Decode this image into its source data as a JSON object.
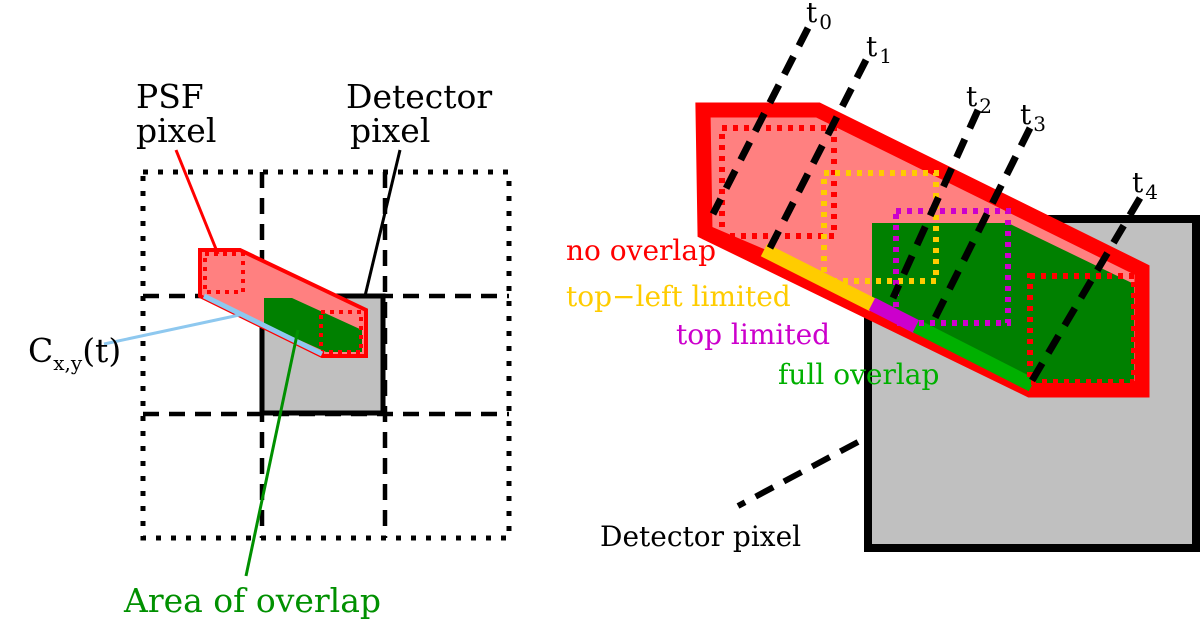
{
  "colors": {
    "psf_border": "#ff0000",
    "psf_fill": "#ff8080",
    "overlap_fill": "#008000",
    "detector_fill": "#c0c0c0",
    "top_left_limited": "#ffcc00",
    "top_limited": "#cc00cc",
    "full_overlap": "#00b000",
    "curve_line": "#8ec8ef",
    "black": "#000000"
  },
  "left_panel": {
    "psf_label_line1": "PSF",
    "psf_label_line2": "pixel",
    "detector_label_line1": "Detector",
    "detector_label_line2": "pixel",
    "curve_label_main": "C",
    "curve_label_sub": "x,y",
    "curve_label_arg": "(t)",
    "overlap_label": "Area of overlap"
  },
  "right_panel": {
    "time_labels": [
      {
        "main": "t",
        "sub": "0"
      },
      {
        "main": "t",
        "sub": "1"
      },
      {
        "main": "t",
        "sub": "2"
      },
      {
        "main": "t",
        "sub": "3"
      },
      {
        "main": "t",
        "sub": "4"
      }
    ],
    "no_overlap": "no overlap",
    "top_left_limited": "top−left limited",
    "top_limited": "top limited",
    "full_overlap": "full overlap",
    "detector_label": "Detector pixel"
  }
}
